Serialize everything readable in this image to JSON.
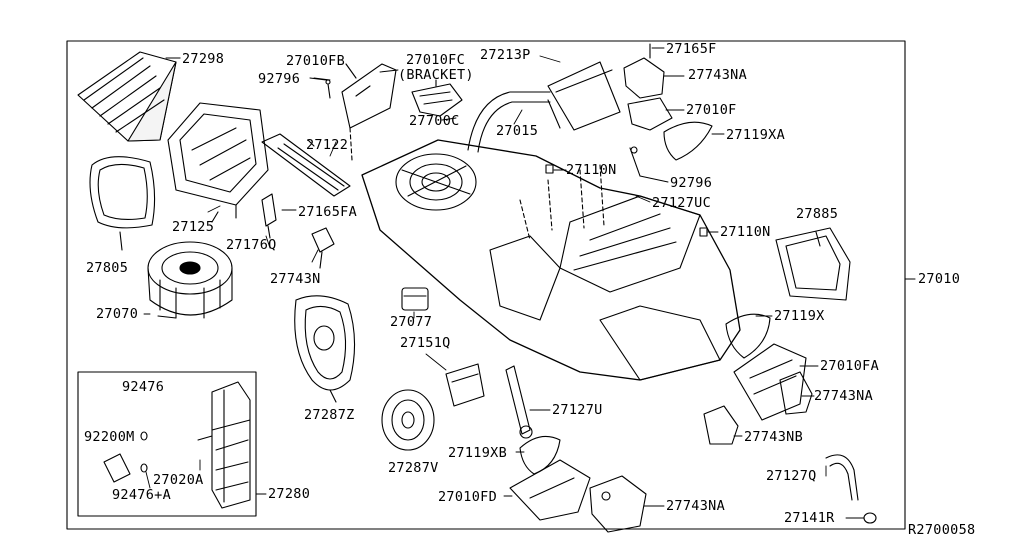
{
  "diagram_id": "R2700058",
  "assembly_number": "27010",
  "part_labels": [
    "27298",
    "27010FB",
    "27010FC",
    "(BRACKET)",
    "27213P",
    "27165F",
    "92796",
    "27743NA",
    "27700C",
    "27010F",
    "27122",
    "27015",
    "27119XA",
    "27110N",
    "92796",
    "27127UC",
    "27125",
    "27165FA",
    "27176Q",
    "27805",
    "27885",
    "27110N",
    "27743N",
    "27070",
    "27077",
    "27119X",
    "27151Q",
    "27010FA",
    "27743NA",
    "92476",
    "27287Z",
    "27127U",
    "92200M",
    "27743NB",
    "27119XB",
    "27287V",
    "27020A",
    "27127Q",
    "92476+A",
    "27280",
    "27010FD",
    "27743NA",
    "27141R"
  ]
}
